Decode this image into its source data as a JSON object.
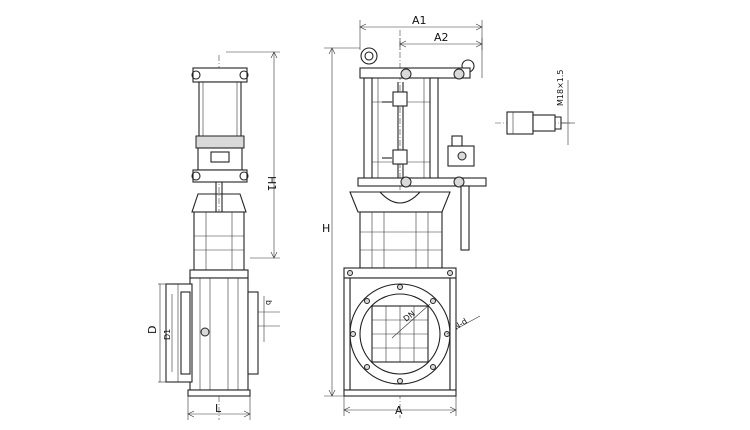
{
  "labels": {
    "A1": "A1",
    "A2": "A2",
    "H": "H",
    "H1": "H1",
    "A": "A",
    "L": "L",
    "D": "D",
    "D1": "D1",
    "b": "b",
    "Nd": "N-d",
    "DN": "DN",
    "thread": "M18×1.5"
  }
}
